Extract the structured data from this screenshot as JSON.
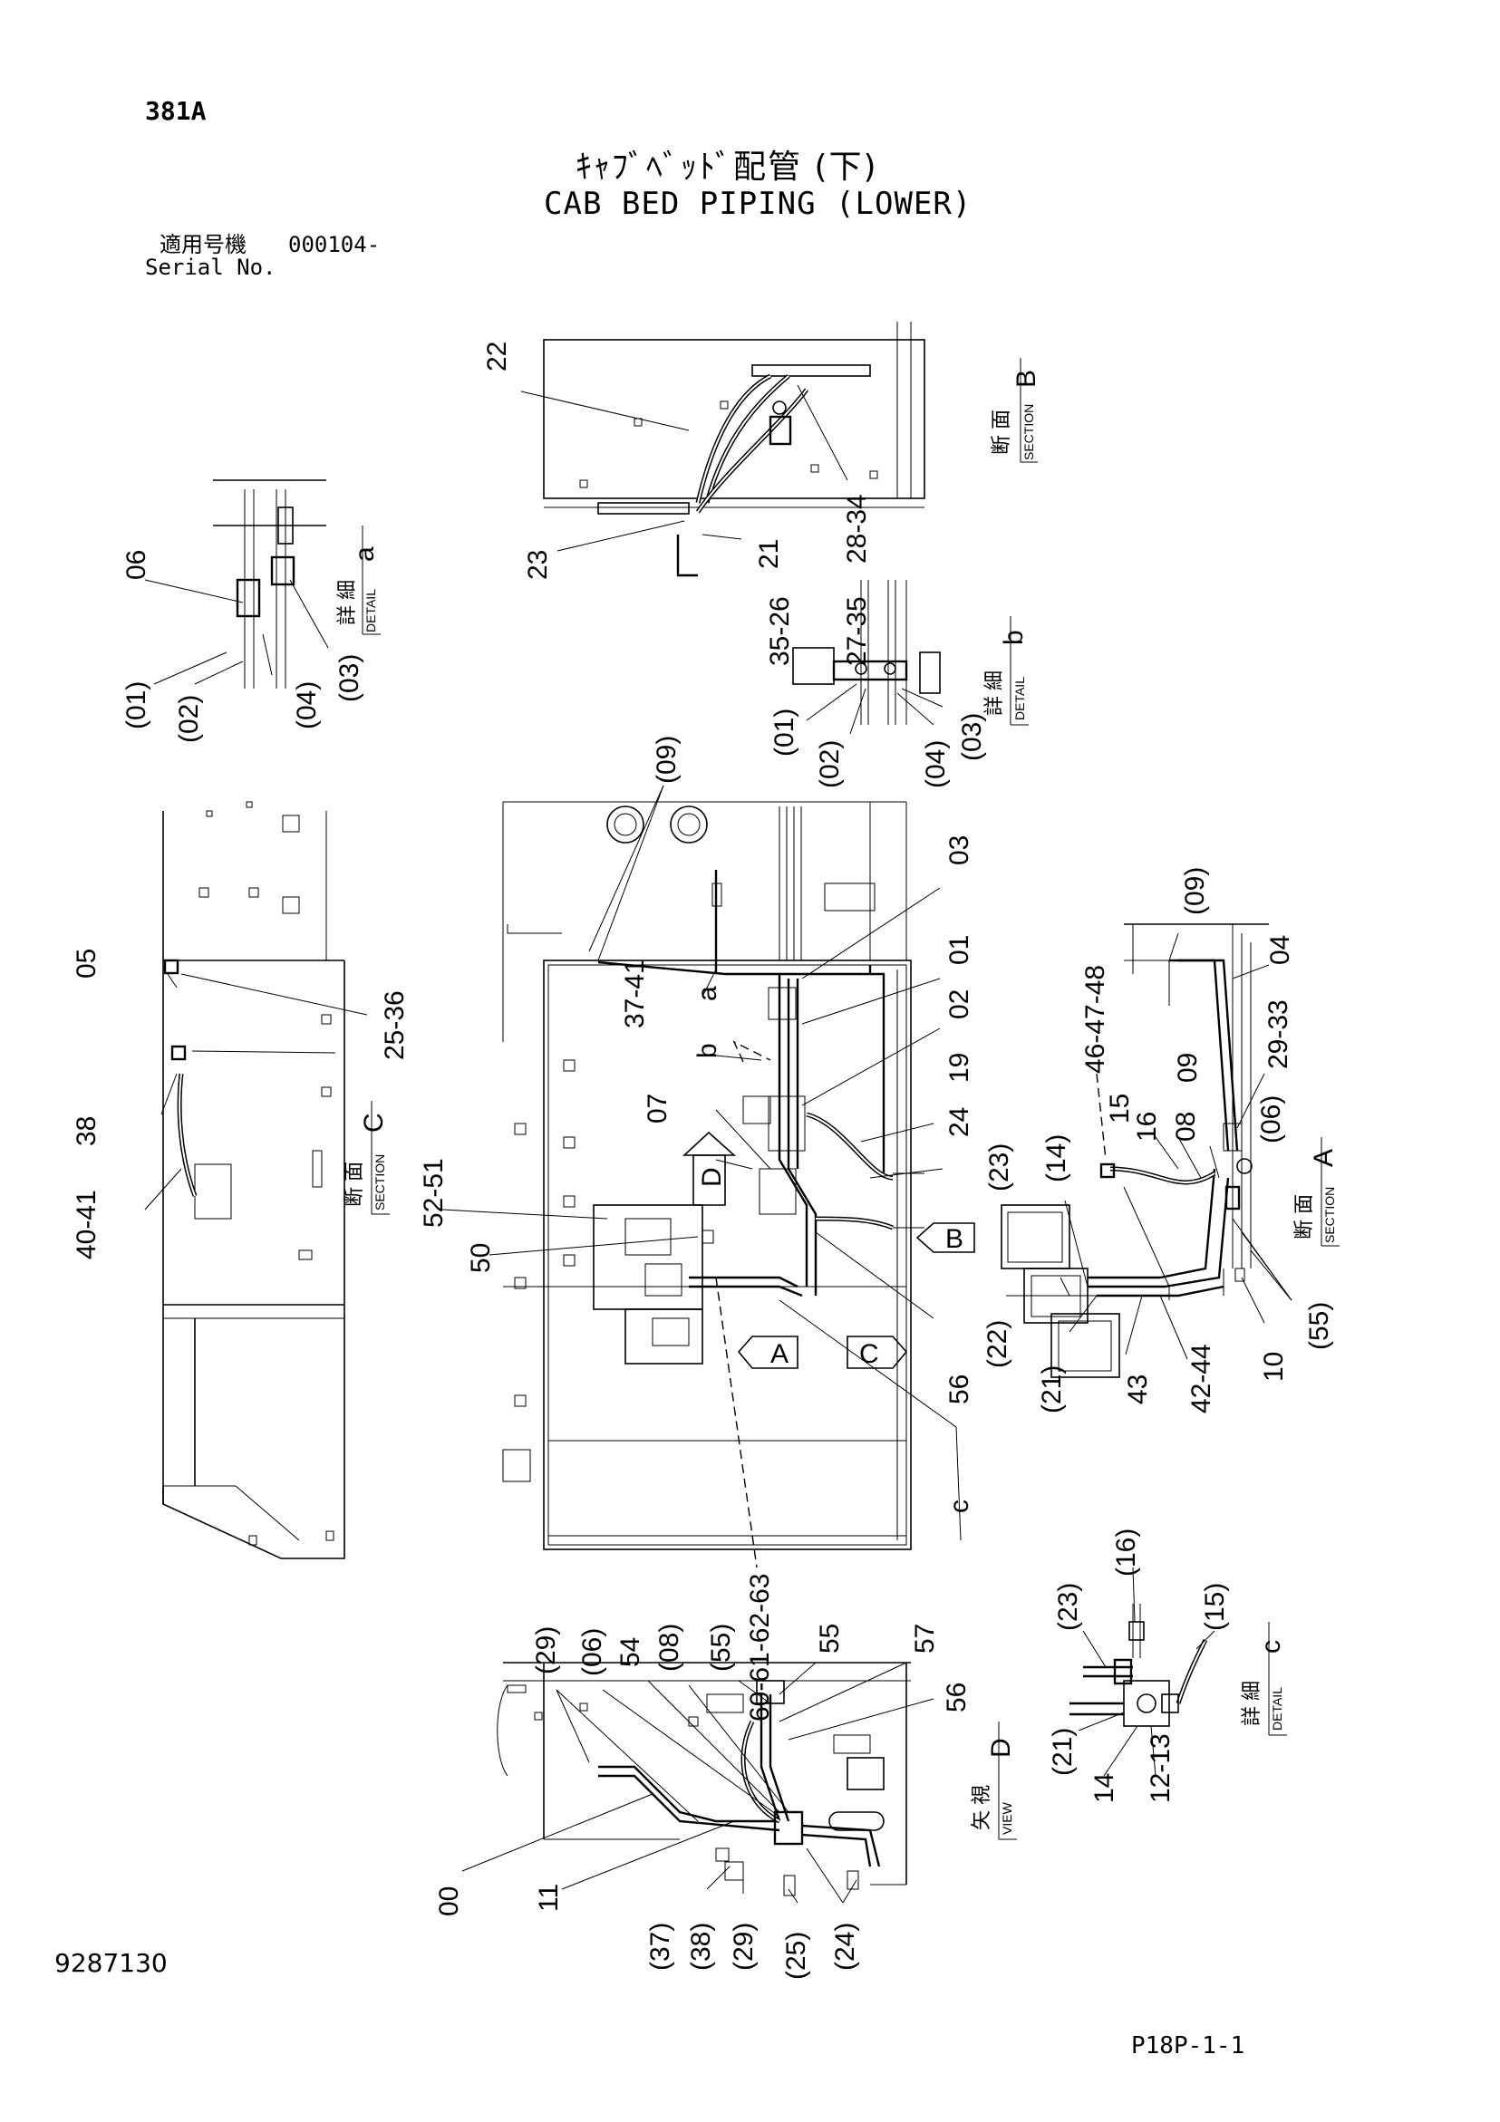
{
  "header": {
    "page_ref": "381A",
    "title_jp": "ｷｬﾌﾞﾍﾞｯﾄﾞ配管 (下)",
    "title_en": "CAB BED PIPING (LOWER)",
    "serial_label_jp": "適用号機",
    "serial_value": "000104-",
    "serial_label_en": "Serial No."
  },
  "footer": {
    "drawing_number": "9287130",
    "page_code": "P18P-1-1"
  },
  "views": {
    "section_b": {
      "jp": "断 面",
      "en": "SECTION",
      "letter": "B"
    },
    "detail_a": {
      "jp": "詳 細",
      "en": "DETAIL",
      "letter": "a"
    },
    "detail_b": {
      "jp": "詳 細",
      "en": "DETAIL",
      "letter": "b"
    },
    "section_c": {
      "jp": "断 面",
      "en": "SECTION",
      "letter": "C"
    },
    "section_a": {
      "jp": "断 面",
      "en": "SECTION",
      "letter": "A"
    },
    "detail_c": {
      "jp": "詳 細",
      "en": "DETAIL",
      "letter": "c"
    },
    "view_d": {
      "jp": "矢 視",
      "en": "VIEW",
      "letter": "D"
    }
  },
  "arrows": {
    "a": "A",
    "b": "B",
    "c": "C",
    "d": "D"
  },
  "callouts": {
    "sb_22": "22",
    "sb_23": "23",
    "sb_21": "21",
    "sb_28_34": "28-34",
    "da_06": "06",
    "da_01": "(01)",
    "da_02": "(02)",
    "da_04": "(04)",
    "da_03": "(03)",
    "db_35_26": "35-26",
    "db_27_35": "27-35",
    "db_01": "(01)",
    "db_02": "(02)",
    "db_04": "(04)",
    "db_03": "(03)",
    "m_09": "(09)",
    "m_03": "03",
    "m_01": "01",
    "m_02": "02",
    "m_19": "19",
    "m_24": "24",
    "m_37_41": "37-41",
    "m_a": "a",
    "m_b": "b",
    "m_07": "07",
    "m_52_51": "52-51",
    "m_50": "50",
    "m_56": "56",
    "m_c": "c",
    "m_60_63": "60-61-62-63",
    "sc_05": "05",
    "sc_25_36": "25-36",
    "sc_38": "38",
    "sc_40_41": "40-41",
    "sa_09a": "(09)",
    "sa_04": "04",
    "sa_46_48": "46-47-48",
    "sa_09": "09",
    "sa_29_33": "29-33",
    "sa_15": "15",
    "sa_16": "16",
    "sa_08": "08",
    "sa_06": "(06)",
    "sa_23": "(23)",
    "sa_14": "(14)",
    "sa_22": "(22)",
    "sa_21": "(21)",
    "sa_43": "43",
    "sa_42_44": "42-44",
    "sa_10": "10",
    "sa_55": "(55)",
    "vd_29": "(29)",
    "vd_06": "(06)",
    "vd_54": "54",
    "vd_08": "(08)",
    "vd_55a": "(55)",
    "vd_55": "55",
    "vd_57": "57",
    "vd_56": "56",
    "vd_00": "00",
    "vd_11": "11",
    "vd_37": "(37)",
    "vd_38": "(38)",
    "vd_29b": "(29)",
    "vd_25": "(25)",
    "vd_24": "(24)",
    "dc_16": "(16)",
    "dc_23": "(23)",
    "dc_15": "(15)",
    "dc_21": "(21)",
    "dc_14": "14",
    "dc_12_13": "12-13"
  }
}
